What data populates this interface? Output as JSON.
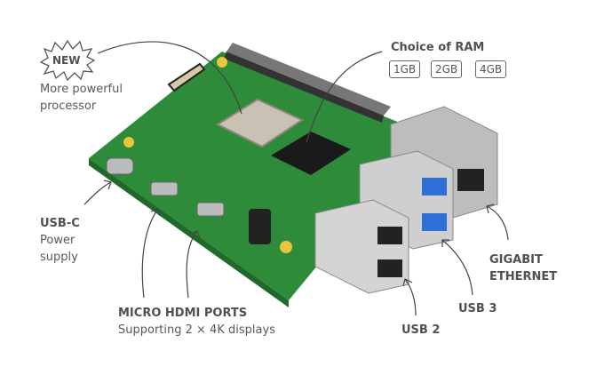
{
  "badge": {
    "text": "NEW"
  },
  "processor": {
    "line1": "More powerful",
    "line2": "processor"
  },
  "ram": {
    "title": "Choice of RAM",
    "options": [
      "1GB",
      "2GB",
      "4GB"
    ]
  },
  "usbc": {
    "line1": "USB-C",
    "line2": "Power",
    "line3": "supply"
  },
  "hdmi": {
    "title": "MICRO HDMI PORTS",
    "subtitle": "Supporting 2 × 4K displays"
  },
  "usb2": {
    "title": "USB 2"
  },
  "usb3": {
    "title": "USB 3"
  },
  "ethernet": {
    "line1": "GIGABIT",
    "line2": "ETHERNET"
  },
  "colors": {
    "board": "#2e8b3a",
    "usb3": "#2f6fd6",
    "text": "#555555"
  }
}
